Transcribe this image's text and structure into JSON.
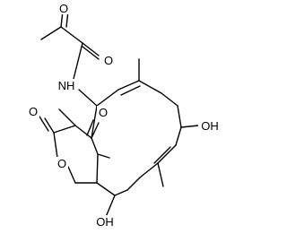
{
  "molecule": {
    "atoms": {
      "o_keto": "O",
      "o_amide": "O",
      "nh": "NH",
      "o_lactone_carbonyl": "O",
      "o_ring_ketone": "O",
      "o_lactone_ring": "O",
      "oh_upper": "OH",
      "oh_lower": "OH"
    }
  }
}
